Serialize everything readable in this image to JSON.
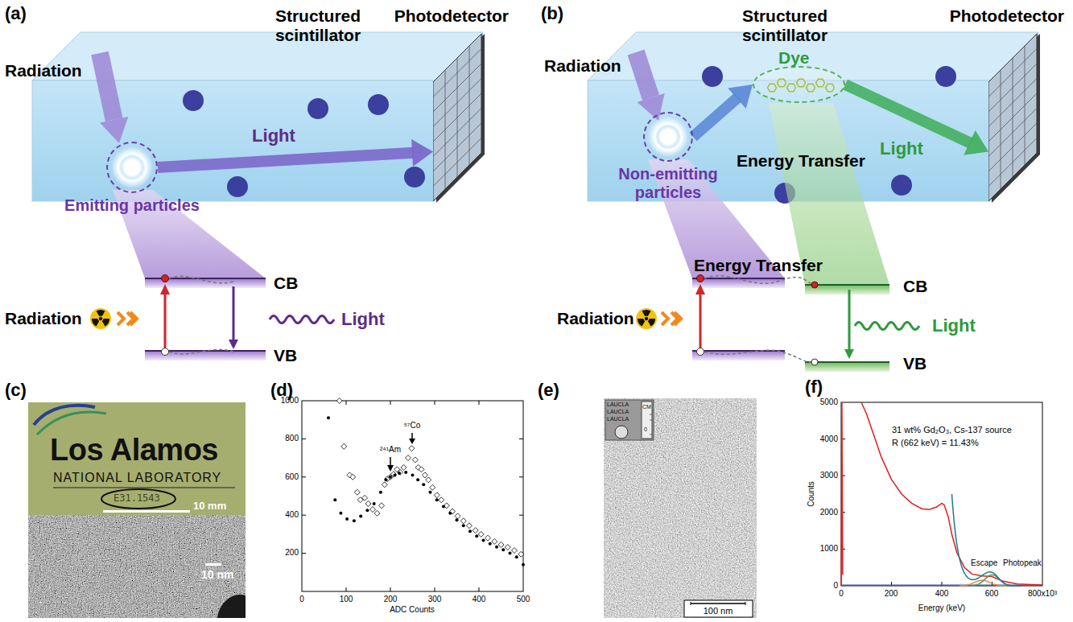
{
  "diagram": {
    "nodes": [
      {
        "text": [
          "Emitting particles"
        ]
      },
      {
        "text": [
          "Photodetector"
        ]
      },
      {
        "text": [
          "Non-emitting particles"
        ]
      },
      {
        "text": [
          "Dye"
        ]
      },
      {
        "text": [
          "Photodetector"
        ]
      }
    ],
    "edges": [
      {
        "from": 0,
        "to": 1,
        "arrow": "to",
        "label": "Light"
      },
      {
        "from": 2,
        "to": 3,
        "arrow": "to"
      },
      {
        "from": 3,
        "to": 4,
        "arrow": "to",
        "label": "Light"
      }
    ],
    "labels": [
      "(a)",
      "Radiation",
      "Structured scintillator",
      "Radiation",
      "CB",
      "VB",
      "Light",
      "(b)",
      "Radiation",
      "Structured scintillator",
      "Energy Transfer",
      "Energy Transfer",
      "Radiation",
      "CB",
      "VB",
      "Light",
      "(c)",
      "Los Alamos",
      "NATIONAL LABORATORY",
      "E31.1543",
      "10 mm",
      "10 nm",
      "(d)",
      "1000",
      "800",
      "600",
      "400",
      "200",
      "0",
      "100",
      "200",
      "300",
      "400",
      "500",
      "ADC Counts",
      "²⁴¹Am",
      "⁵⁷Co",
      "(e)",
      "LAUCLA",
      "LAUCLA",
      "LAUCLA",
      "CM",
      "0",
      "100 nm",
      "(f)",
      "5000",
      "4000",
      "3000",
      "2000",
      "1000",
      "0",
      "0",
      "200",
      "400",
      "600",
      "800x10³",
      "Counts",
      "Energy (keV)",
      "31 wt% Gd₂O₃, Cs-137 source",
      "R (662 keV) = 11.43%",
      "Escape",
      "Photopeak"
    ]
  }
}
